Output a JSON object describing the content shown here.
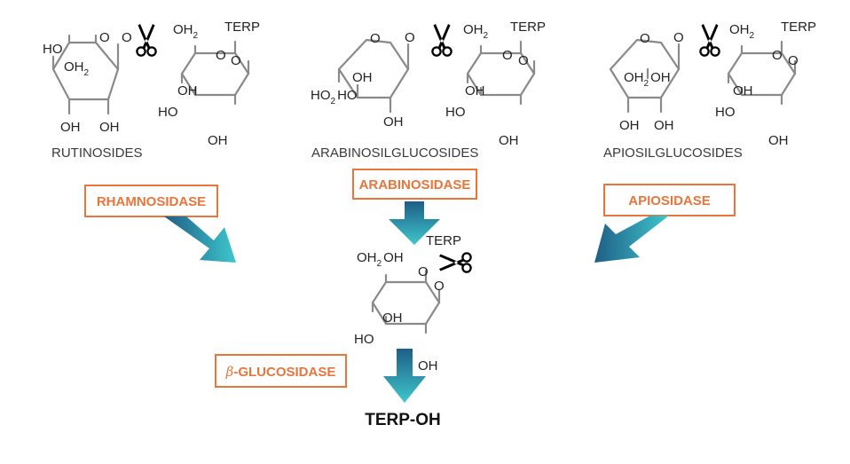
{
  "colors": {
    "enzyme": "#e8763a",
    "arrow_light": "#3fc7cc",
    "arrow_dark": "#1e5e86",
    "bond": "#8a8a8a"
  },
  "glycosides": [
    {
      "name": "RUTINOSIDES",
      "sugar_labels": {
        "ho": "HO",
        "oh2": "OH",
        "oh2_sub": "2",
        "o_ring": "O",
        "oh_left": "OH",
        "oh_right": "OH"
      },
      "glucose_labels": {
        "o_link": "O",
        "ch2": "OH",
        "ch2_sub": "2",
        "terp": "TERP",
        "o_ring": "O",
        "o_down": "O",
        "oh_in": "OH",
        "ho": "HO",
        "oh_bottom": "OH"
      }
    },
    {
      "name": "ARABINOSILGLUCOSIDES",
      "sugar_labels": {
        "o_ring": "O",
        "oh_in": "OH",
        "ho2": "HO",
        "ho2_sub": "2",
        "ho": "HO",
        "oh_bottom": "OH"
      },
      "glucose_labels": {
        "o_link": "O",
        "ch2": "OH",
        "ch2_sub": "2",
        "terp": "TERP",
        "o_ring": "O",
        "o_down": "O",
        "oh_in": "OH",
        "ho": "HO",
        "oh_bottom": "OH"
      }
    },
    {
      "name": "APIOSILGLUCOSIDES",
      "sugar_labels": {
        "o_ring": "O",
        "oh2": "OH",
        "oh2_sub": "2",
        "oh_in": "OH",
        "oh_left": "OH",
        "oh_right": "OH"
      },
      "glucose_labels": {
        "o_link": "O",
        "ch2": "OH",
        "ch2_sub": "2",
        "terp": "TERP",
        "o_ring": "O",
        "o_down": "O",
        "oh_in": "OH",
        "ho": "HO",
        "oh_bottom": "OH"
      }
    }
  ],
  "enzymes": {
    "rhamnosidase": "RHAMNOSIDASE",
    "arabinosidase": "ARABINOSIDASE",
    "apiosidase": "APIOSIDASE",
    "glucosidase_prefix": "β",
    "glucosidase": "-GLUCOSIDASE"
  },
  "intermediate": {
    "terp": "TERP",
    "oh2": "OH",
    "oh2_sub": "2",
    "oh": "OH",
    "o_ring": "O",
    "o_down": "O",
    "oh_in": "OH",
    "ho": "HO",
    "oh_bottom": "OH"
  },
  "product": "TERP-OH"
}
